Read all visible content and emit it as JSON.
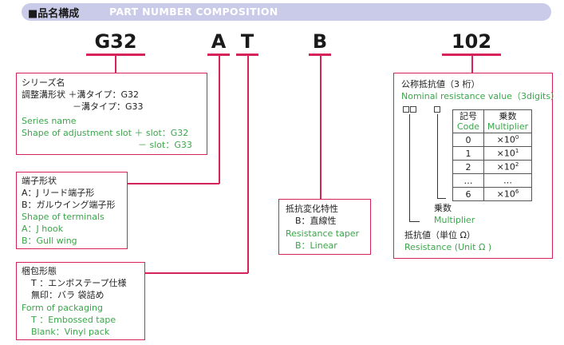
{
  "header": {
    "title_jp": "■品名構成",
    "title_en": "PART NUMBER COMPOSITION"
  },
  "codes": [
    "G32",
    "A",
    "T",
    "B",
    "102"
  ],
  "series": {
    "jp_title": "シリーズ名",
    "jp_line1": "調整溝形状 ＋溝タイプ：G32",
    "jp_line2": "－溝タイプ：G33",
    "en_title": "Series name",
    "en_line1": "Shape of adjustment slot ＋ slot：G32",
    "en_line2": "－ slot：G33"
  },
  "terminals": {
    "jp_title": "端子形状",
    "jp_line1": "A：J リード端子形",
    "jp_line2": "B：ガルウイング端子形",
    "en_title": "Shape of terminals",
    "en_line1": "A：J hook",
    "en_line2": "B：Gull wing"
  },
  "packaging": {
    "jp_title": "梱包形態",
    "jp_line1": "T ：エンボステープ仕様",
    "jp_line2": "無印：バラ 袋詰め",
    "en_title": "Form of packaging",
    "en_line1": "T ：Embossed tape",
    "en_line2": "Blank：Vinyl pack"
  },
  "taper": {
    "jp_title": "抵抗変化特性",
    "jp_line1": "B：直線性",
    "en_title": "Resistance taper",
    "en_line1": "B：Linear"
  },
  "resistance": {
    "jp_title": "公称抵抗値（3 桁）",
    "en_title": "Nominal resistance value（3digits）",
    "table_header_jp": [
      "記号",
      "乗数"
    ],
    "table_header_en": [
      "Code",
      "Multiplier"
    ],
    "rows": [
      {
        "code": "0",
        "mult": "×10",
        "exp": "0"
      },
      {
        "code": "1",
        "mult": "×10",
        "exp": "1"
      },
      {
        "code": "2",
        "mult": "×10",
        "exp": "2"
      },
      {
        "code": "…",
        "mult": "…",
        "exp": ""
      },
      {
        "code": "6",
        "mult": "×10",
        "exp": "6"
      }
    ],
    "multiplier_jp": "乗数",
    "multiplier_en": "Multiplier",
    "value_jp": "抵抗値（単位 Ω）",
    "value_en": "Resistance (Unit Ω )"
  }
}
